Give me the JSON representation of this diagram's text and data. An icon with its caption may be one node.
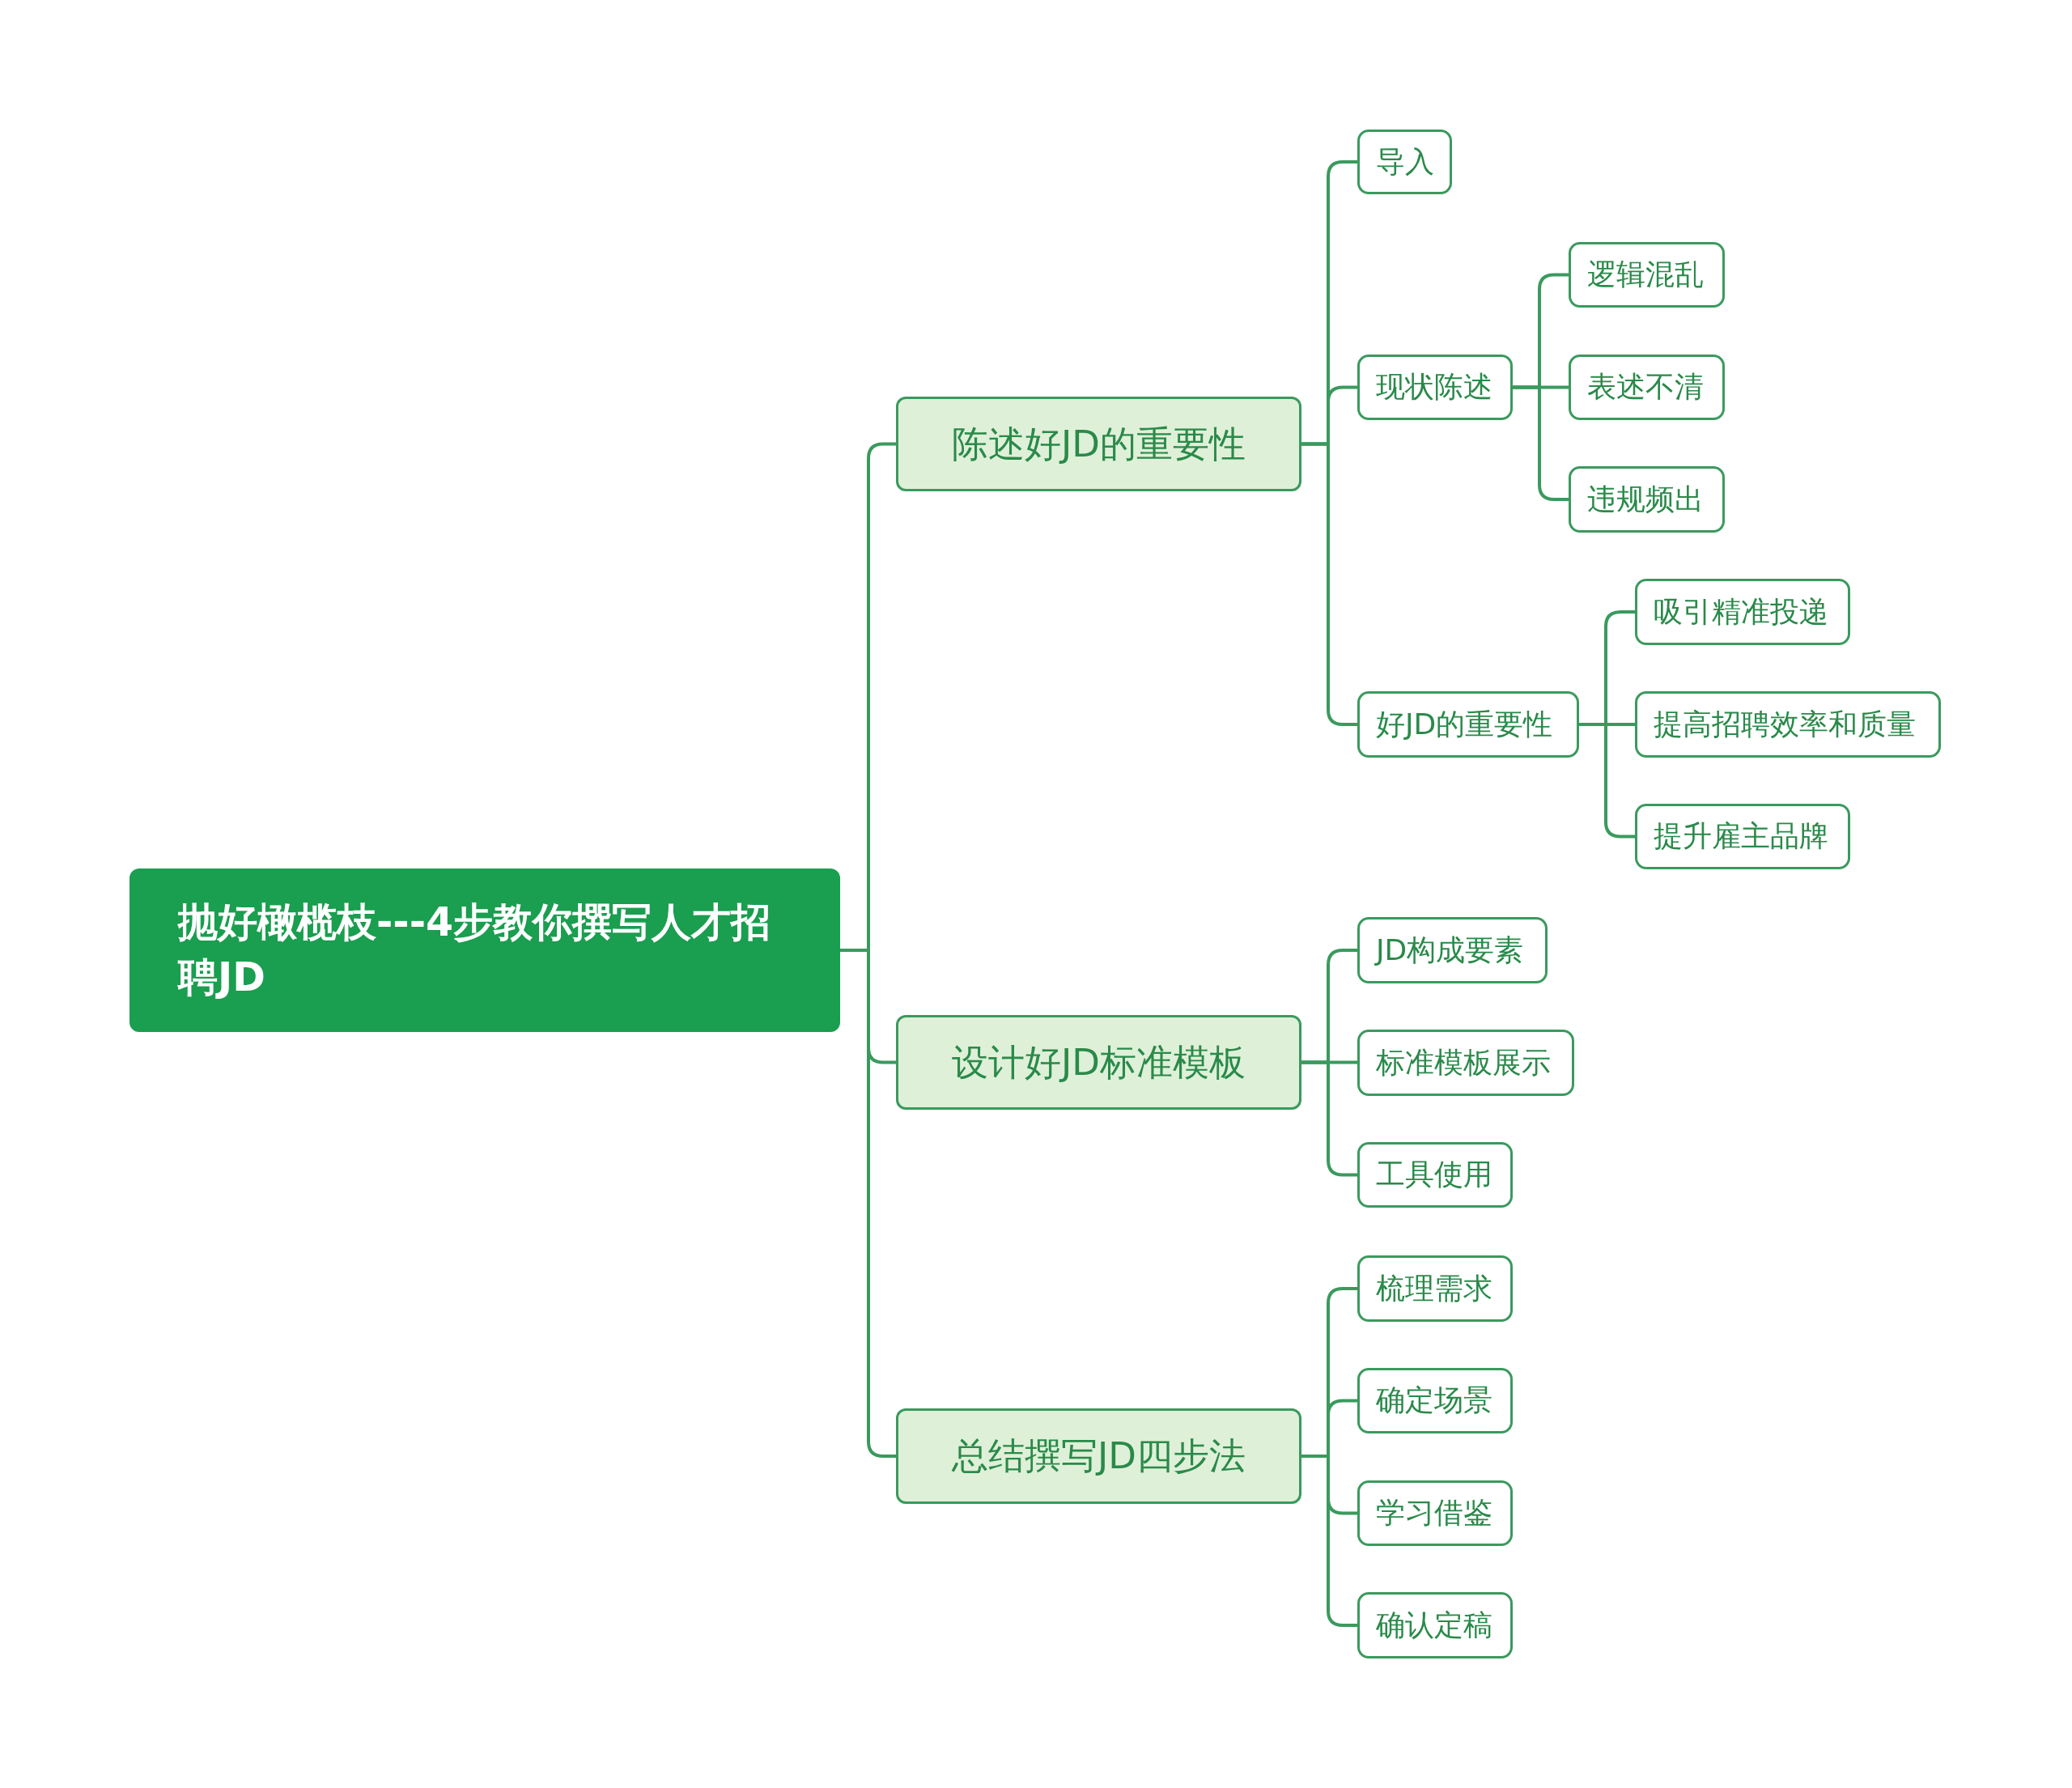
{
  "diagram": {
    "nodes": [
      {
        "text": [
          "抛好橄榄枝---4步教你撰写人才招聘JD"
        ]
      },
      {
        "text": [
          "陈述好JD的重要性"
        ]
      },
      {
        "text": [
          "导入"
        ]
      },
      {
        "text": [
          "现状陈述"
        ]
      },
      {
        "text": [
          "逻辑混乱"
        ]
      },
      {
        "text": [
          "表述不清"
        ]
      },
      {
        "text": [
          "违规频出"
        ]
      },
      {
        "text": [
          "好JD的重要性"
        ]
      },
      {
        "text": [
          "吸引精准投递"
        ]
      },
      {
        "text": [
          "提高招聘效率和质量"
        ]
      },
      {
        "text": [
          "提升雇主品牌"
        ]
      },
      {
        "text": [
          "设计好JD标准模板"
        ]
      },
      {
        "text": [
          "JD构成要素"
        ]
      },
      {
        "text": [
          "标准模板展示"
        ]
      },
      {
        "text": [
          "工具使用"
        ]
      },
      {
        "text": [
          "总结撰写JD四步法"
        ]
      },
      {
        "text": [
          "梳理需求"
        ]
      },
      {
        "text": [
          "确定场景"
        ]
      },
      {
        "text": [
          "学习借鉴"
        ]
      },
      {
        "text": [
          "确认定稿"
        ]
      }
    ],
    "edges": [
      {
        "from": 0,
        "to": 1,
        "arrow": "none"
      },
      {
        "from": 1,
        "to": 2,
        "arrow": "none"
      },
      {
        "from": 1,
        "to": 3,
        "arrow": "none"
      },
      {
        "from": 3,
        "to": 4,
        "arrow": "none"
      },
      {
        "from": 3,
        "to": 5,
        "arrow": "none"
      },
      {
        "from": 3,
        "to": 6,
        "arrow": "none"
      },
      {
        "from": 1,
        "to": 7,
        "arrow": "none"
      },
      {
        "from": 7,
        "to": 8,
        "arrow": "none"
      },
      {
        "from": 7,
        "to": 9,
        "arrow": "none"
      },
      {
        "from": 7,
        "to": 10,
        "arrow": "none"
      },
      {
        "from": 0,
        "to": 11,
        "arrow": "none"
      },
      {
        "from": 11,
        "to": 12,
        "arrow": "none"
      },
      {
        "from": 11,
        "to": 13,
        "arrow": "none"
      },
      {
        "from": 11,
        "to": 14,
        "arrow": "none"
      },
      {
        "from": 0,
        "to": 15,
        "arrow": "none"
      },
      {
        "from": 15,
        "to": 16,
        "arrow": "none"
      },
      {
        "from": 15,
        "to": 17,
        "arrow": "none"
      },
      {
        "from": 15,
        "to": 18,
        "arrow": "none"
      },
      {
        "from": 15,
        "to": 19,
        "arrow": "none"
      }
    ]
  }
}
